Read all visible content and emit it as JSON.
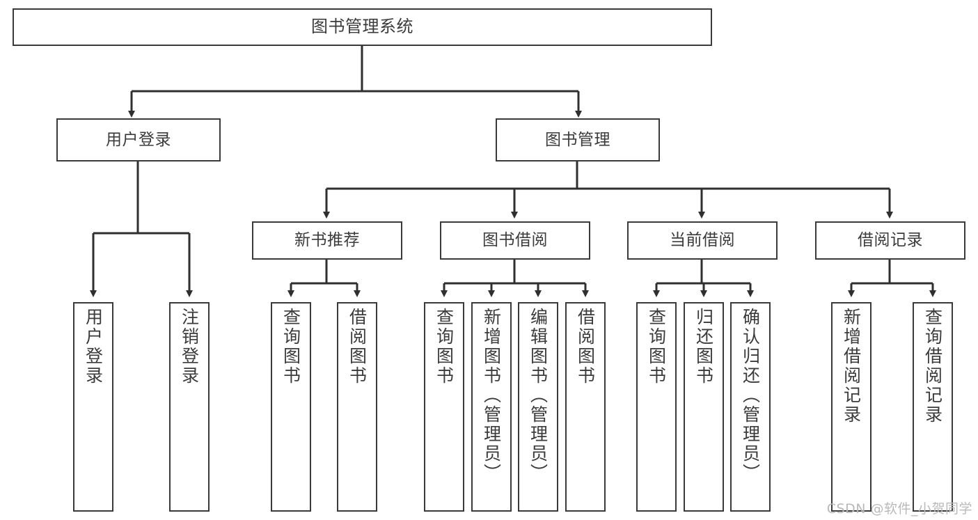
{
  "diagram": {
    "title": "图书管理系统",
    "type": "tree-hierarchy-diagram",
    "colors": {
      "box_border": "#3a3a3a",
      "box_fill": "#ffffff",
      "connector": "#2f2f2f",
      "text": "#3b3b3b",
      "watermark": "#b9b9b9"
    }
  },
  "nodes": {
    "root": {
      "label": "图书管理系统"
    },
    "level1": [
      {
        "id": "user-login",
        "label": "用户登录"
      },
      {
        "id": "book-manage",
        "label": "图书管理"
      }
    ],
    "level2": [
      {
        "id": "new-book-recommend",
        "label": "新书推荐"
      },
      {
        "id": "book-borrow",
        "label": "图书借阅"
      },
      {
        "id": "current-borrow",
        "label": "当前借阅"
      },
      {
        "id": "borrow-record",
        "label": "借阅记录"
      }
    ],
    "leaves": {
      "user-login": [
        {
          "id": "leaf-user-login",
          "label": "用户登录"
        },
        {
          "id": "leaf-logout",
          "label": "注销登录"
        }
      ],
      "new-book-recommend": [
        {
          "id": "leaf-query-book-1",
          "label": "查询图书"
        },
        {
          "id": "leaf-borrow-book-1",
          "label": "借阅图书"
        }
      ],
      "book-borrow": [
        {
          "id": "leaf-query-book-2",
          "label": "查询图书"
        },
        {
          "id": "leaf-add-book",
          "label": "新增图书（管理员）"
        },
        {
          "id": "leaf-edit-book",
          "label": "编辑图书（管理员）"
        },
        {
          "id": "leaf-borrow-book-2",
          "label": "借阅图书"
        }
      ],
      "current-borrow": [
        {
          "id": "leaf-query-book-3",
          "label": "查询图书"
        },
        {
          "id": "leaf-return-book",
          "label": "归还图书"
        },
        {
          "id": "leaf-confirm-return",
          "label": "确认归还（管理员）"
        }
      ],
      "borrow-record": [
        {
          "id": "leaf-add-record",
          "label": "新增借阅记录"
        },
        {
          "id": "leaf-query-record",
          "label": "查询借阅记录"
        }
      ]
    }
  },
  "watermark": {
    "text": "CSDN @软件_小贺同学"
  }
}
